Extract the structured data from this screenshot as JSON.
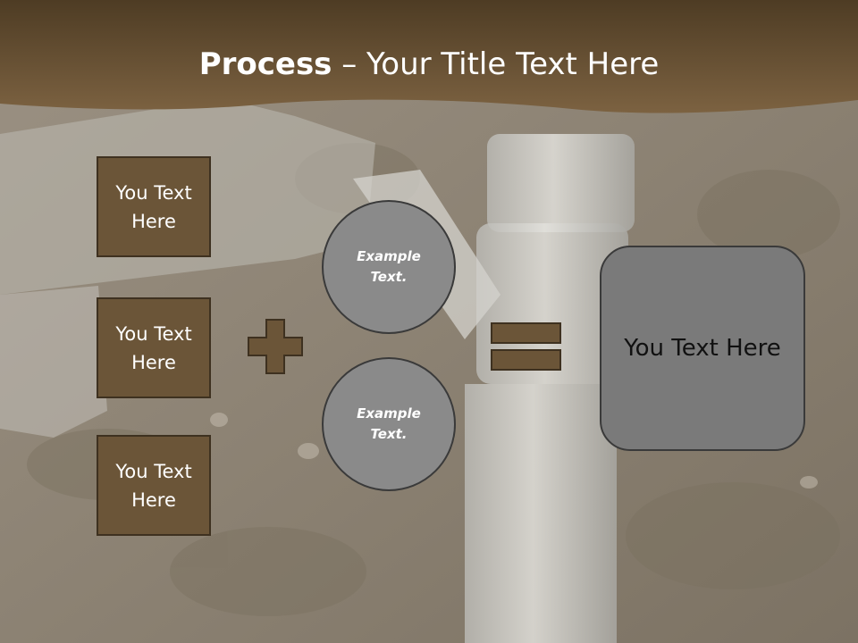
{
  "title": {
    "bold": "Process",
    "rest": " – Your Title Text Here"
  },
  "boxes": [
    "You Text Here",
    "You Text Here",
    "You Text Here"
  ],
  "circles": [
    "Example Text.",
    "Example Text."
  ],
  "result": "You Text Here",
  "colors": {
    "header": "#5b4629",
    "box": "#6b5538",
    "circle": "#8a8a8a",
    "result": "#7a7a7a"
  },
  "icons": {
    "operator_1": "plus-icon",
    "operator_2": "equals-icon"
  }
}
